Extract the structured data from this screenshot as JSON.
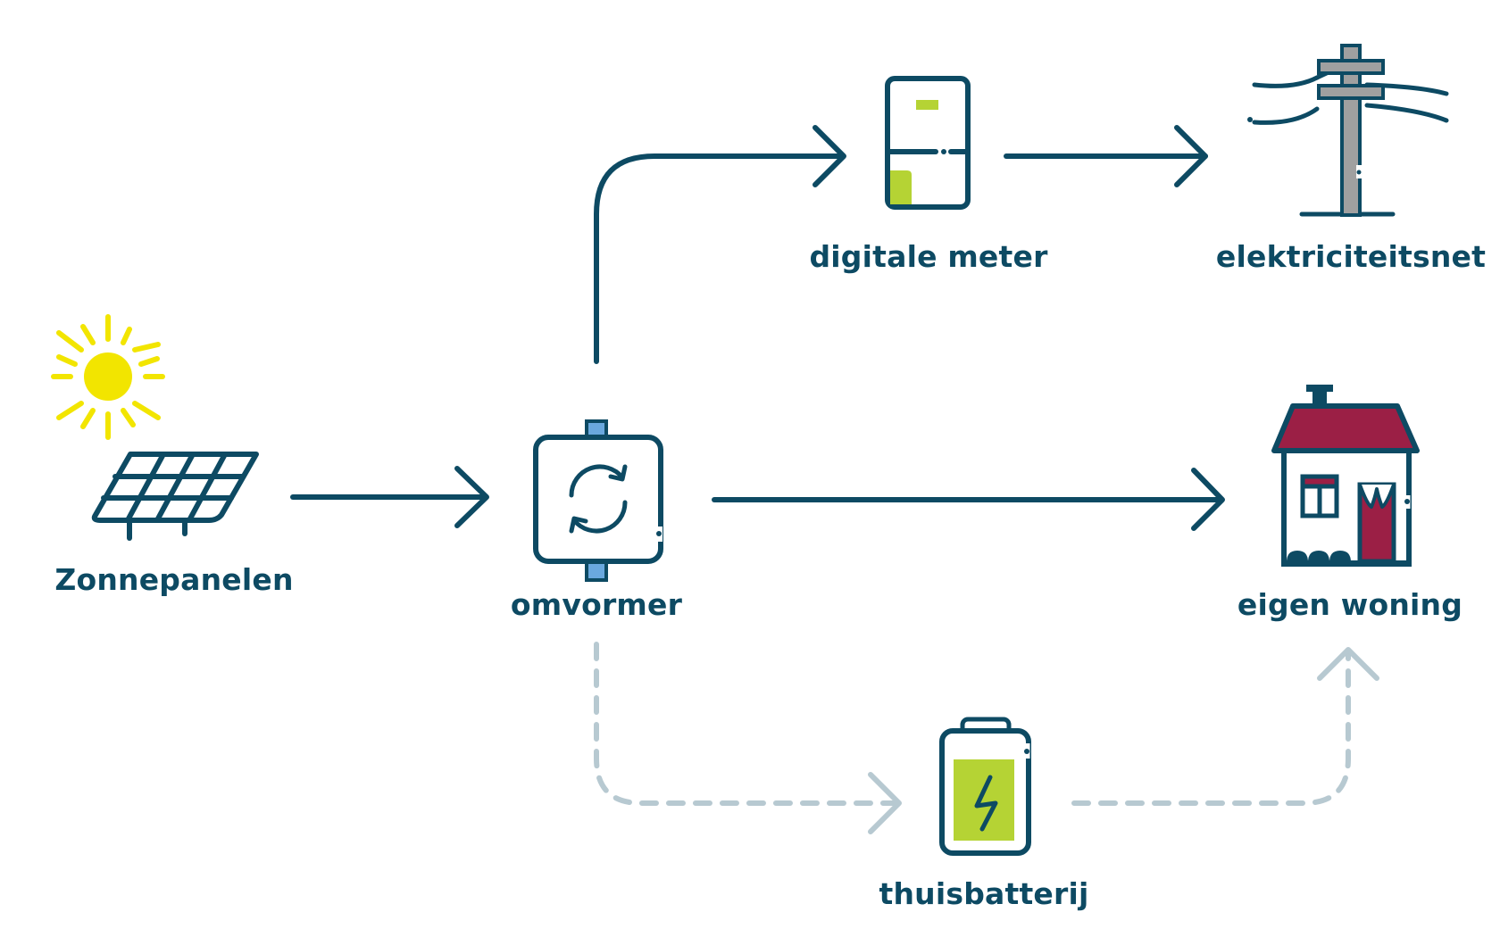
{
  "nodes": {
    "solar": {
      "label": "Zonnepanelen"
    },
    "inverter": {
      "label": "omvormer"
    },
    "meter": {
      "label": "digitale meter"
    },
    "grid": {
      "label": "elektriciteitsnet"
    },
    "home": {
      "label": "eigen woning"
    },
    "battery": {
      "label": "thuisbatterij"
    }
  },
  "colors": {
    "primary": "#0d4a63",
    "muted": "#b7c9d1",
    "sun": "#f2e500",
    "green": "#b5d334",
    "roof": "#9b1f45",
    "pole": "#a0a0a0",
    "port": "#6aa8de"
  }
}
